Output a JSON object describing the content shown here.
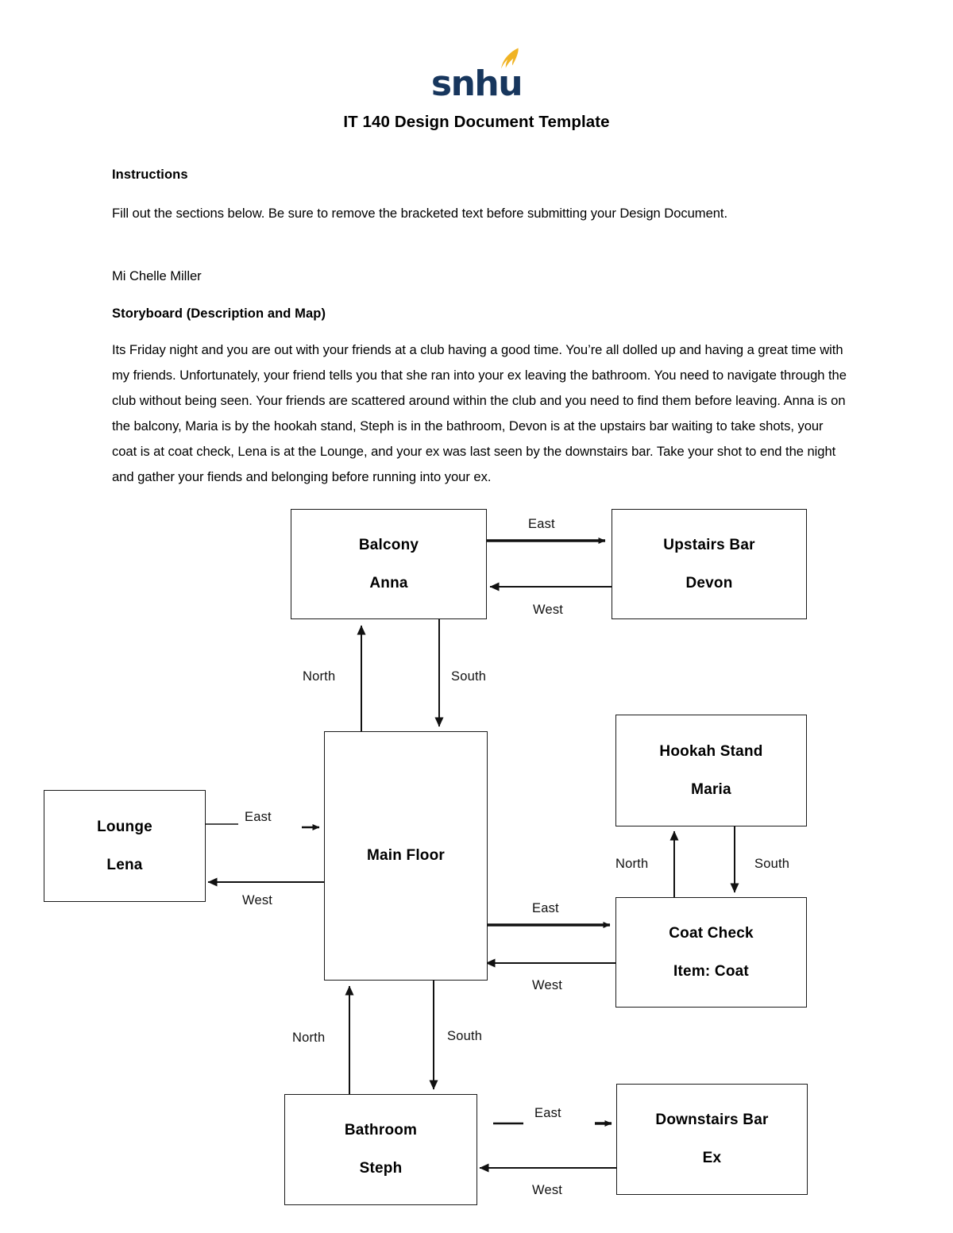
{
  "document": {
    "logo_text": "snhu",
    "logo_flame_color": "#f0b323",
    "logo_text_color": "#17365d",
    "title": "IT 140 Design Document Template",
    "instructions_heading": "Instructions",
    "instructions_body": "Fill out the sections below. Be sure to remove the bracketed text before submitting your Design Document.",
    "author": "Mi Chelle Miller",
    "storyboard_heading": "Storyboard (Description and Map)",
    "storyboard_body": "Its Friday night and you are out with your friends at a club having a good time. You’re all dolled up and having a great time with my friends.  Unfortunately, your friend tells you that she ran into your ex leaving the bathroom. You need to navigate through the club without being seen. Your friends are scattered around within the club and you need to find them before leaving. Anna is on the balcony, Maria is by the hookah stand, Steph is in the bathroom, Devon is at the upstairs bar waiting to take shots, your coat is at coat check, Lena is at the Lounge, and your ex was last seen by the downstairs bar. Take your shot to end the night and gather your fiends and belonging before running into your ex."
  },
  "map": {
    "rooms": [
      {
        "id": "balcony",
        "name": "Balcony",
        "sub": "Anna"
      },
      {
        "id": "upstairs-bar",
        "name": "Upstairs Bar",
        "sub": "Devon"
      },
      {
        "id": "lounge",
        "name": "Lounge",
        "sub": "Lena"
      },
      {
        "id": "main-floor",
        "name": "Main Floor",
        "sub": ""
      },
      {
        "id": "hookah-stand",
        "name": "Hookah Stand",
        "sub": "Maria"
      },
      {
        "id": "coat-check",
        "name": "Coat Check",
        "sub": "Item: Coat"
      },
      {
        "id": "bathroom",
        "name": "Bathroom",
        "sub": "Steph"
      },
      {
        "id": "downstairs-bar",
        "name": "Downstairs Bar",
        "sub": "Ex"
      }
    ],
    "edges": [
      {
        "from": "balcony",
        "to": "upstairs-bar",
        "label": "East"
      },
      {
        "from": "upstairs-bar",
        "to": "balcony",
        "label": "West"
      },
      {
        "from": "main-floor",
        "to": "balcony",
        "label": "North"
      },
      {
        "from": "balcony",
        "to": "main-floor",
        "label": "South"
      },
      {
        "from": "lounge",
        "to": "main-floor",
        "label": "East"
      },
      {
        "from": "main-floor",
        "to": "lounge",
        "label": "West"
      },
      {
        "from": "main-floor",
        "to": "coat-check",
        "label": "East"
      },
      {
        "from": "coat-check",
        "to": "main-floor",
        "label": "West"
      },
      {
        "from": "coat-check",
        "to": "hookah-stand",
        "label": "North"
      },
      {
        "from": "hookah-stand",
        "to": "coat-check",
        "label": "South"
      },
      {
        "from": "main-floor",
        "to": "bathroom",
        "label": "South"
      },
      {
        "from": "bathroom",
        "to": "main-floor",
        "label": "North"
      },
      {
        "from": "bathroom",
        "to": "downstairs-bar",
        "label": "East"
      },
      {
        "from": "downstairs-bar",
        "to": "bathroom",
        "label": "West"
      }
    ],
    "edge_labels": {
      "balcony_east": "East",
      "balcony_west": "West",
      "balcony_north": "North",
      "balcony_south": "South",
      "lounge_east": "East",
      "lounge_west": "West",
      "coat_east": "East",
      "coat_west": "West",
      "hookah_north": "North",
      "hookah_south": "South",
      "bath_north": "North",
      "bath_south": "South",
      "down_east": "East",
      "down_west": "West"
    }
  }
}
